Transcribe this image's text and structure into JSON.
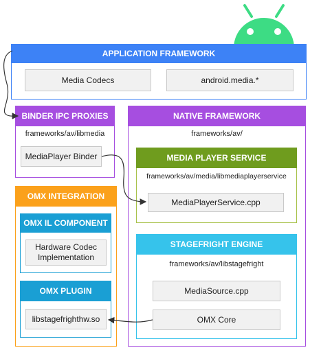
{
  "app_framework": {
    "title": "APPLICATION FRAMEWORK",
    "items": [
      "Media Codecs",
      "android.media.*"
    ]
  },
  "binder": {
    "title": "BINDER IPC PROXIES",
    "path": "frameworks/av/libmedia",
    "item": "MediaPlayer Binder"
  },
  "native": {
    "title": "NATIVE FRAMEWORK",
    "path": "frameworks/av/"
  },
  "media_player_service": {
    "title": "MEDIA PLAYER SERVICE",
    "path": "frameworks/av/media/libmediaplayerservice",
    "item": "MediaPlayerService.cpp"
  },
  "stagefright": {
    "title": "STAGEFRIGHT ENGINE",
    "path": "frameworks/av/libstagefright",
    "items": [
      "MediaSource.cpp",
      "OMX Core"
    ]
  },
  "omx": {
    "title": "OMX INTEGRATION",
    "il_component": {
      "title": "OMX IL COMPONENT",
      "item": "Hardware Codec Implementation"
    },
    "plugin": {
      "title": "OMX PLUGIN",
      "item": "libstagefrighthw.so"
    }
  },
  "colors": {
    "app_blue": "#3d82f6",
    "binder_purple": "#a64ee0",
    "native_purple": "#a64ee0",
    "media_green": "#6f9c1e",
    "stagefright_cyan": "#36c3eb",
    "omx_orange": "#fba11b",
    "omx_blue": "#1a9fd4",
    "android_green": "#3ddc84"
  },
  "icons": [
    "android-robot-icon"
  ]
}
